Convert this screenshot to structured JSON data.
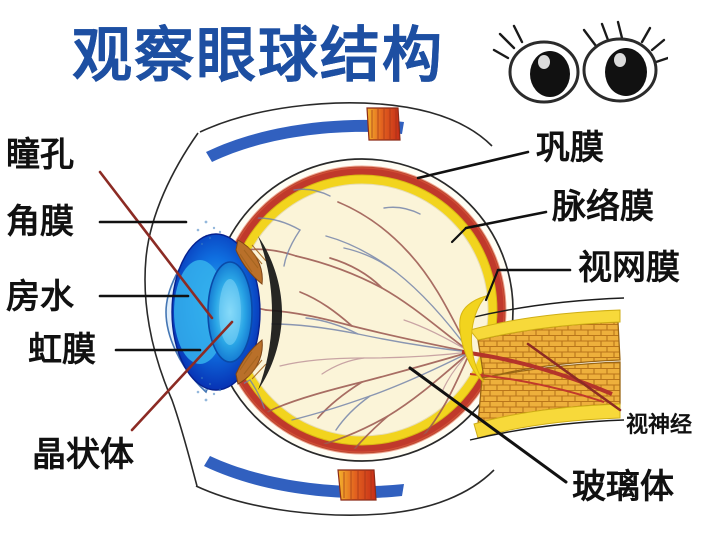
{
  "page": {
    "title": "观察眼球结构",
    "background_color": "#ffffff",
    "title_color": "#1d4fa2",
    "label_color": "#111111"
  },
  "decoration": {
    "cartoon_eyes": "cartoon-eyes-icon"
  },
  "labels": {
    "left": [
      {
        "id": "pupil",
        "text": "瞳孔",
        "size": "big"
      },
      {
        "id": "cornea",
        "text": "角膜",
        "size": "big"
      },
      {
        "id": "aqueous",
        "text": "房水",
        "size": "big"
      },
      {
        "id": "iris",
        "text": "虹膜",
        "size": "big"
      },
      {
        "id": "lens",
        "text": "晶状体",
        "size": "big"
      }
    ],
    "right": [
      {
        "id": "sclera",
        "text": "巩膜",
        "size": "big"
      },
      {
        "id": "choroid",
        "text": "脉络膜",
        "size": "big"
      },
      {
        "id": "retina",
        "text": "视网膜",
        "size": "big"
      },
      {
        "id": "optic_nerve",
        "text": "视神经",
        "size": "small"
      },
      {
        "id": "vitreous",
        "text": "玻璃体",
        "size": "big"
      }
    ]
  },
  "diagram": {
    "name": "eyeball-cross-section",
    "colors": {
      "sclera": "#ffffff",
      "choroid": "#c0392b",
      "retina": "#f2d41e",
      "vitreous": "#fbf4d8",
      "iris": "#0b3fd0",
      "lens": "#29a8e0",
      "optic_nerve": "#e9a227",
      "muscle": "#e0521f",
      "vein": "#1b4fb8",
      "leader_black": "#000000",
      "leader_red": "#8c2b24"
    },
    "parts": [
      "sclera",
      "choroid",
      "retina",
      "vitreous-body",
      "cornea",
      "anterior-chamber",
      "iris",
      "lens",
      "ciliary-body",
      "optic-nerve",
      "rectus-muscle-superior",
      "rectus-muscle-inferior",
      "retinal-blood-vessels"
    ]
  }
}
